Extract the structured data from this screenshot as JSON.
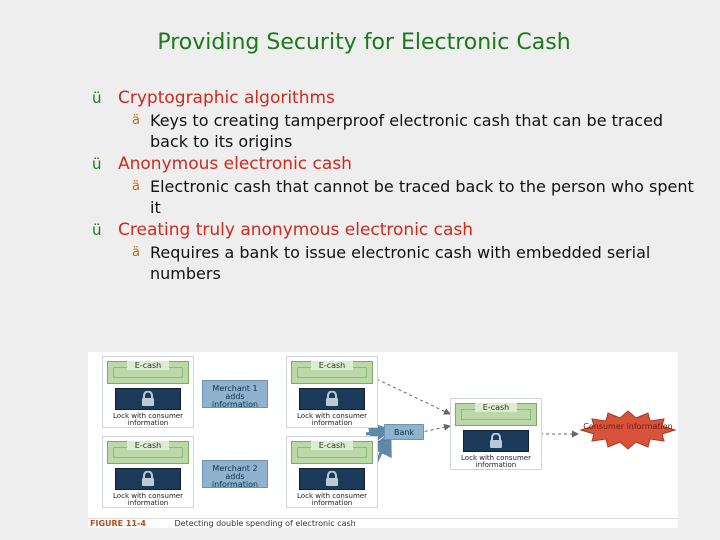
{
  "slide": {
    "title": "Providing Security for Electronic Cash",
    "bullets": [
      {
        "text": "Cryptographic algorithms",
        "sub": [
          "Keys to creating tamperproof electronic cash that can be traced back to its origins"
        ]
      },
      {
        "text": "Anonymous electronic cash",
        "sub": [
          "Electronic cash that cannot be traced back to the person who spent it"
        ]
      },
      {
        "text": "Creating truly anonymous electronic cash",
        "sub": [
          "Requires a bank to issue electronic cash with embedded serial numbers"
        ]
      }
    ],
    "bullet_glyph": "ü",
    "sub_glyph": "ä"
  },
  "figure": {
    "ecash_label": "E-cash",
    "lock_caption": "Lock with consumer information",
    "merchant1": "Merchant 1 adds information",
    "merchant2": "Merchant 2 adds information",
    "bank": "Bank",
    "consumer": "Consumer information",
    "label": "FIGURE 11-4",
    "caption": "Detecting double spending of electronic cash"
  },
  "colors": {
    "title": "#1a7a1a",
    "bullet_text": "#d2281c",
    "sub_text": "#111111",
    "sub_mark": "#c46a14",
    "merchant_box": "#8fb2cf",
    "consumer_fill": "#d9533c"
  }
}
